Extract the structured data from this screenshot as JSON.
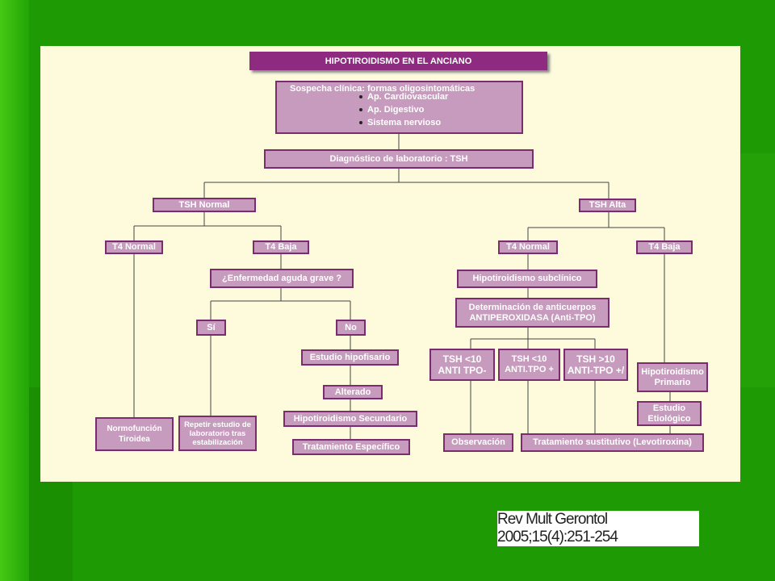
{
  "title": "HIPOTIROIDISMO EN EL ANCIANO",
  "clinical": {
    "heading": "Sospecha clínica: formas oligosintomáticas",
    "items": [
      "Ap. Cardiovascular",
      "Ap. Digestivo",
      "Sistema nervioso"
    ]
  },
  "nodes": {
    "lab": "Diagnóstico de laboratorio : TSH",
    "tsh_normal": "TSH Normal",
    "tsh_alta": "TSH Alta",
    "t4_normal_l": "T4 Normal",
    "t4_baja_l": "T4 Baja",
    "t4_normal_r": "T4 Normal",
    "t4_baja_r": "T4 Baja",
    "enfermedad": "¿Enfermedad aguda grave ?",
    "si": "Sí",
    "no": "No",
    "estudio_hipo": "Estudio hipofisario",
    "alterado": "Alterado",
    "hipo_secundario": "Hipotiroidismo Secundario",
    "tratamiento_especifico": "Tratamiento Específico",
    "normofuncion": "Normofunción\nTiroidea",
    "repetir": "Repetir estudio de\nlaboratorio tras\nestabilización",
    "subclinico": "Hipotiroidismo subclínico",
    "anticuerpos": "Determinación de anticuerpos\nANTIPEROXIDASA (Anti-TPO)",
    "tsh10_neg": "TSH <10\nANTI  TPO-",
    "tsh10_pos": "TSH <10\nANTI.TPO +",
    "tsh_gt10": "TSH >10\nANTI-TPO +/",
    "observacion": "Observación",
    "tratamiento_sustitutivo": "Tratamiento sustitutivo (Levotiroxina)",
    "hipo_primario": "Hipotiroidismo\nPrimario",
    "estudio_etiologico": "Estudio\nEtiológico"
  },
  "citation": "Rev Mult Gerontol 2005;15(4):251-254",
  "colors": {
    "background": "#1e9a05",
    "panel": "#fdfbdc",
    "box": "#c79bbd",
    "border": "#7b2c6e",
    "title": "#8e2a7f"
  }
}
